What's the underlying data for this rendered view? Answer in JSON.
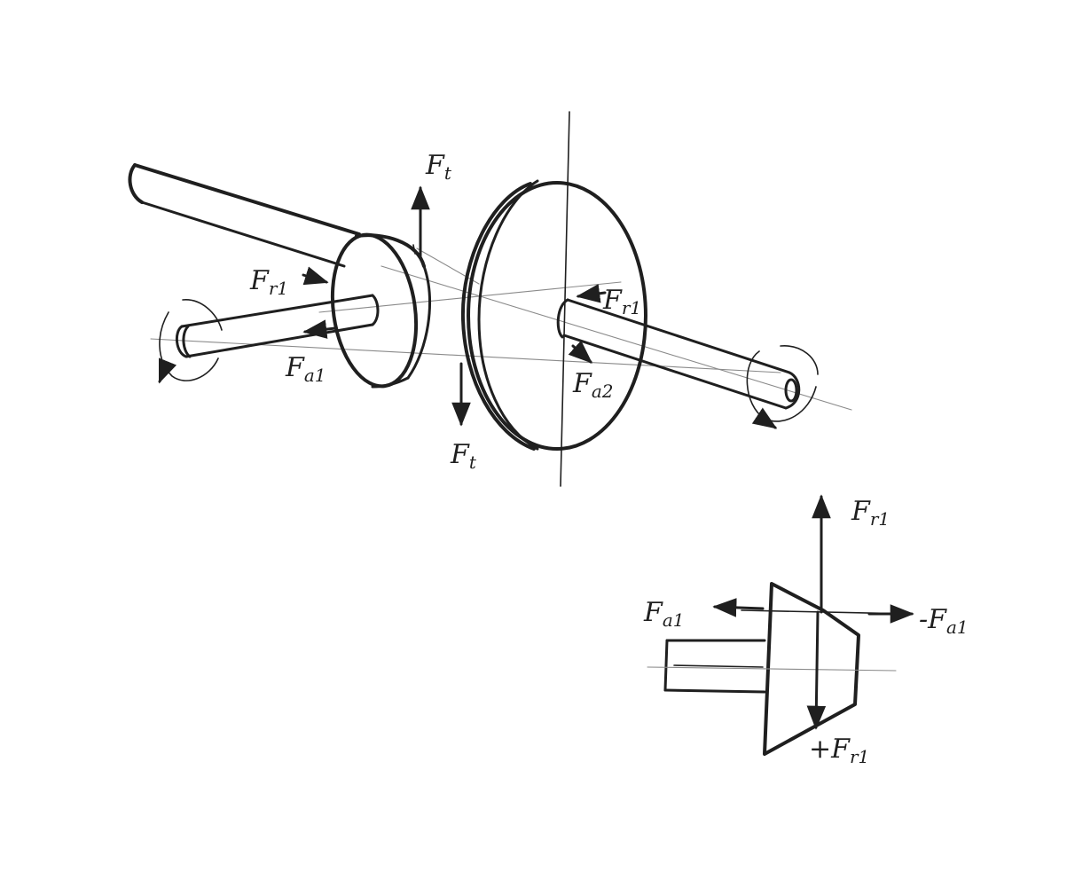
{
  "labels": {
    "ft_top": {
      "main": "F",
      "sub": "t"
    },
    "ft_bottom": {
      "main": "F",
      "sub": "t"
    },
    "fr1_left": {
      "main": "F",
      "sub": "r1"
    },
    "fr1_right": {
      "main": "F",
      "sub": "r1"
    },
    "fa1": {
      "main": "F",
      "sub": "a1"
    },
    "fa2": {
      "main": "F",
      "sub": "a2"
    },
    "detail_fr1_top": {
      "main": "F",
      "sub": "r1"
    },
    "detail_fr1_bottom": {
      "main": "+F",
      "sub": "r1"
    },
    "detail_fa1_left": {
      "main": "F",
      "sub": "a1"
    },
    "detail_fa1_right": {
      "main": "-F",
      "sub": "a1"
    }
  }
}
